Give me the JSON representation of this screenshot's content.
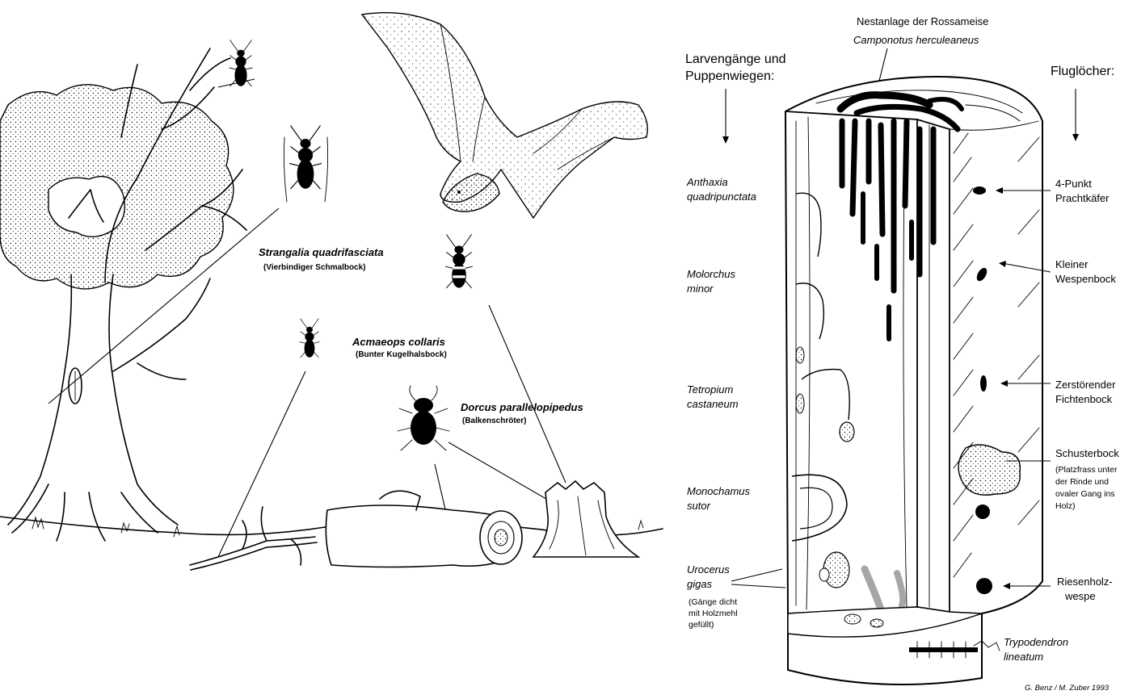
{
  "left_panel": {
    "labels": [
      {
        "id": "strangalia",
        "scientific": "Strangalia quadrifasciata",
        "common": "(Vierbindiger Schmalbock)"
      },
      {
        "id": "acmaeops",
        "scientific": "Acmaeops collaris",
        "common": "(Bunter Kugelhalsbock)"
      },
      {
        "id": "dorcus",
        "scientific": "Dorcus parallelopipedus",
        "common": "(Balkenschröter)"
      }
    ],
    "icons": [
      "tree-icon",
      "bat-icon",
      "beetle-icon",
      "log-icon",
      "stump-icon",
      "branch-icon"
    ]
  },
  "right_panel": {
    "top_label": {
      "common": "Nestanlage der Rossameise",
      "scientific": "Camponotus herculeaneus"
    },
    "left_header": [
      "Larvengänge und",
      "Puppenwiegen:"
    ],
    "right_header": "Fluglöcher:",
    "left_species": [
      {
        "id": "anthaxia",
        "lines": [
          "Anthaxia",
          "quadripunctata"
        ]
      },
      {
        "id": "molorchus",
        "lines": [
          "Molorchus",
          "minor"
        ]
      },
      {
        "id": "tetropium",
        "lines": [
          "Tetropium",
          "castaneum"
        ]
      },
      {
        "id": "monochamus",
        "lines": [
          "Monochamus",
          "sutor"
        ]
      },
      {
        "id": "urocerus",
        "lines": [
          "Urocerus",
          "gigas"
        ],
        "note": [
          "(Gänge dicht",
          "mit Holzmehl",
          "gefüllt)"
        ]
      }
    ],
    "right_species": [
      {
        "id": "anthaxia-hole",
        "lines": [
          "4-Punkt",
          "Prachtkäfer"
        ]
      },
      {
        "id": "molorchus-hole",
        "lines": [
          "Kleiner",
          "Wespenbock"
        ]
      },
      {
        "id": "tetropium-hole",
        "lines": [
          "Zerstörender",
          "Fichtenbock"
        ]
      },
      {
        "id": "monochamus-hole",
        "lines": [
          "Schusterbock"
        ],
        "note": [
          "(Platzfrass unter",
          "der Rinde und",
          "ovaler Gang ins",
          "Holz)"
        ]
      },
      {
        "id": "urocerus-hole",
        "lines": [
          "Riesenholz-",
          "wespe"
        ]
      }
    ],
    "bottom_label": [
      "Trypodendron",
      "lineatum"
    ],
    "credit": "G. Benz / M. Zuber 1993"
  }
}
